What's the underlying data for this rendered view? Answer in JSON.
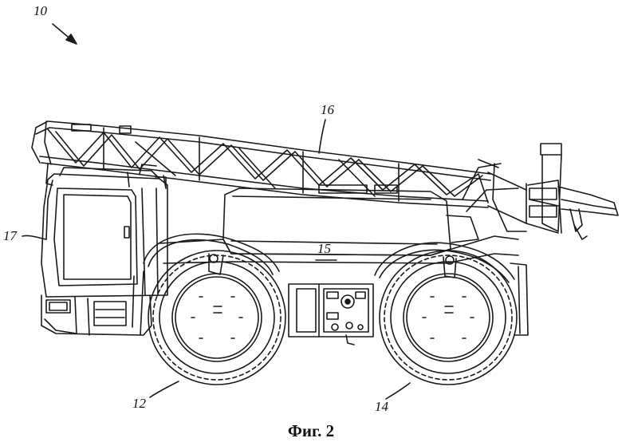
{
  "caption": "Фиг. 2",
  "labels": {
    "vehicle": "10",
    "front_wheel": "12",
    "rear_wheel": "14",
    "tank": "15",
    "boom": "16",
    "cab": "17"
  }
}
